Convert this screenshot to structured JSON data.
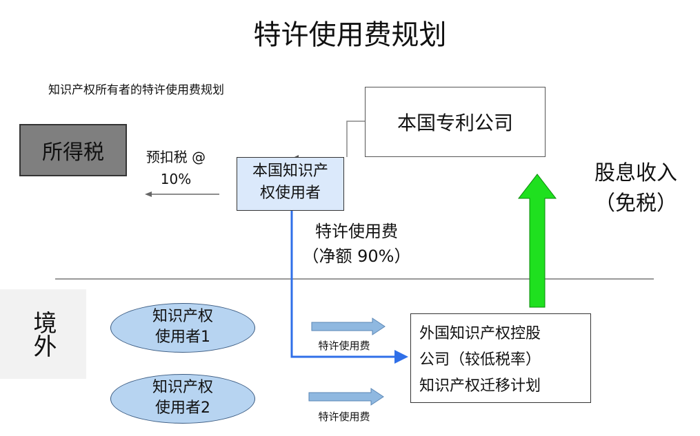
{
  "title": "特许使用费规划",
  "subtitle": "知识产权所有者的特许使用费规划",
  "income_tax": "所得税",
  "withholding": {
    "line1": "预扣税 @",
    "line2": "10%"
  },
  "domestic_company": "本国专利公司",
  "domestic_user": {
    "line1": "本国知识产",
    "line2": "权使用者"
  },
  "dividend": {
    "line1": "股息收入",
    "line2": "（免税）"
  },
  "royalty_net": {
    "line1": "特许使用费",
    "line2": "（净额 90%）"
  },
  "overseas": "境外",
  "user1": {
    "line1": "知识产权",
    "line2": "使用者1"
  },
  "user2": {
    "line1": "知识产权",
    "line2": "使用者2"
  },
  "royalty_small": "特许使用费",
  "foreign_holding": {
    "line1": "外国知识产权控股",
    "line2": "公司（较低税率）",
    "line3": "知识产权迁移计划"
  },
  "colors": {
    "blue_line": "#2f6fe8",
    "green_arrow": "#1fe01f",
    "light_arrow": "#8fb8e0"
  }
}
